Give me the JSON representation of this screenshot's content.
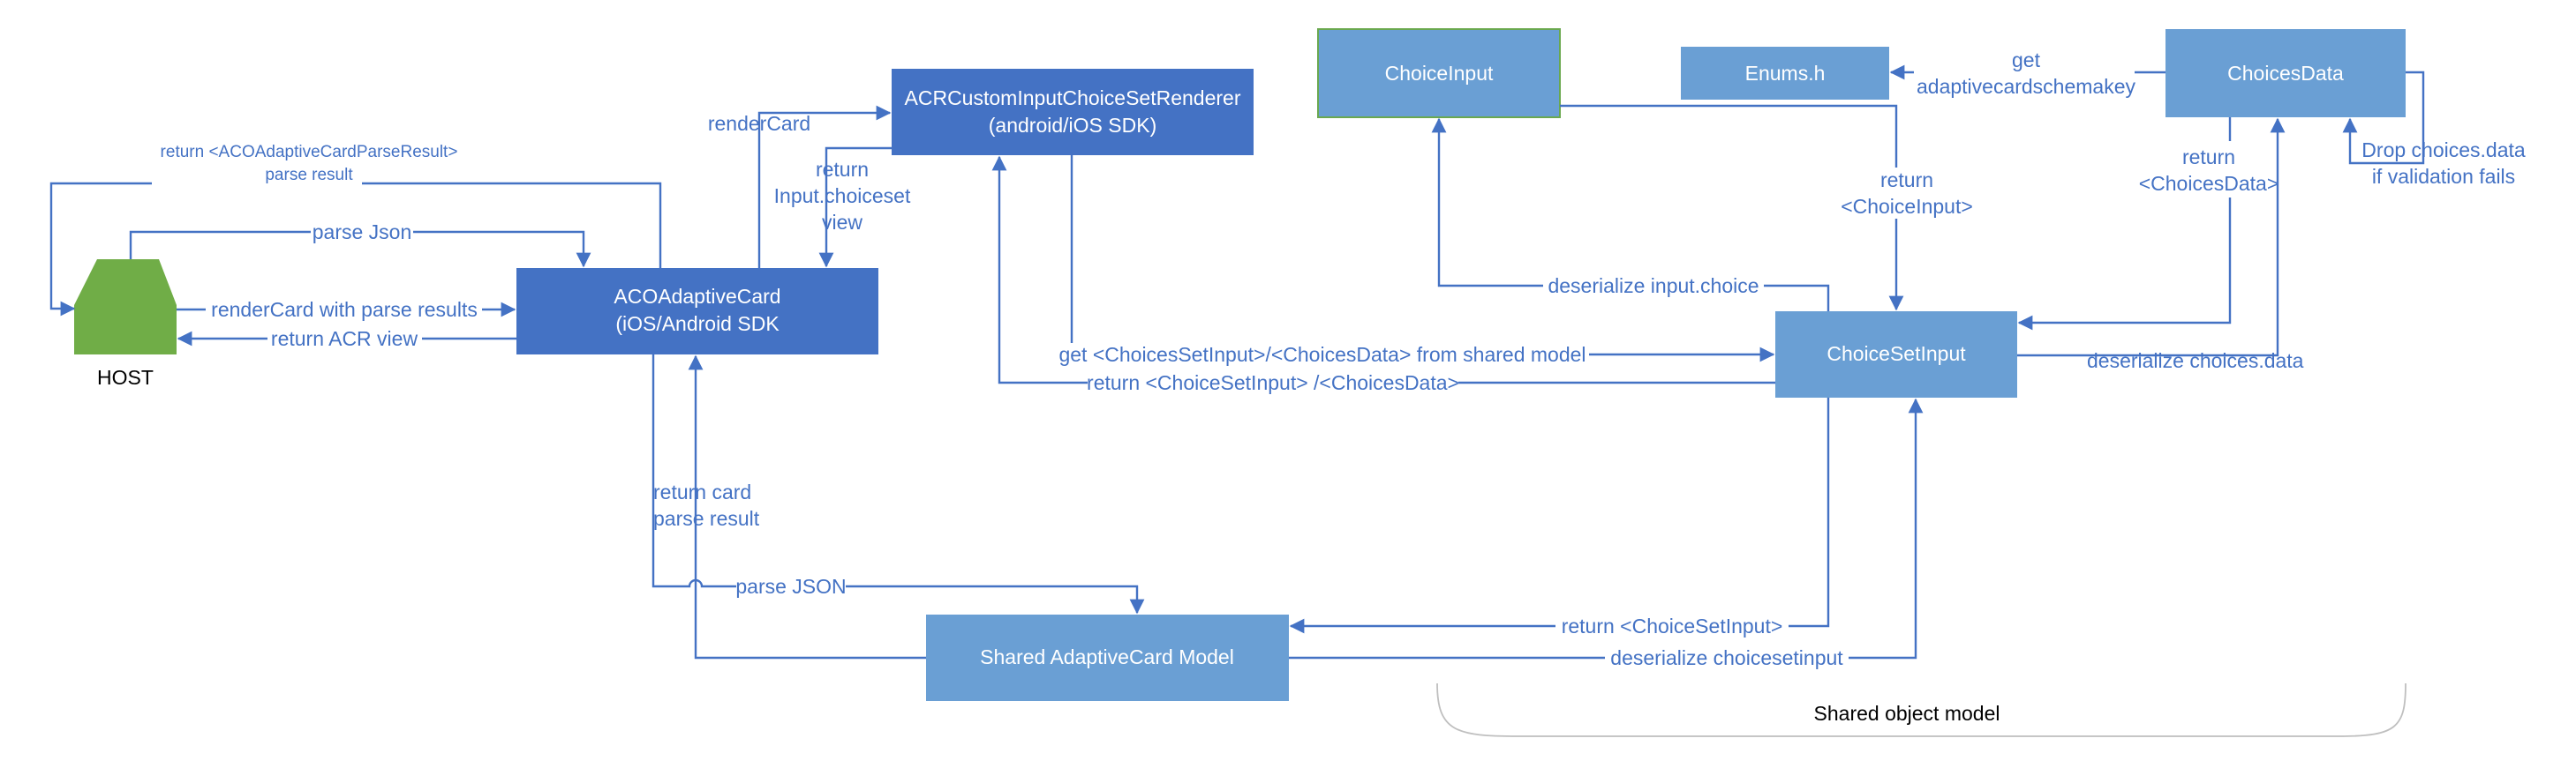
{
  "colors": {
    "edge": "#4472c4",
    "node_dark": "#4472c4",
    "node_light": "#6a9fd4",
    "host": "#70ad47",
    "label_white": "#ffffff",
    "grouping_curve": "#bfbfbf"
  },
  "nodes": {
    "host": {
      "label": "HOST"
    },
    "aco_adaptive_card": {
      "line1": "ACOAdaptiveCard",
      "line2": "(iOS/Android SDK"
    },
    "acr_renderer": {
      "line1": "ACRCustomInputChoiceSetRenderer",
      "line2": "(android/iOS SDK)"
    },
    "choice_input": {
      "label": "ChoiceInput"
    },
    "enums_h": {
      "label": "Enums.h"
    },
    "choices_data": {
      "label": "ChoicesData"
    },
    "choice_set_input": {
      "label": "ChoiceSetInput"
    },
    "shared_model": {
      "label": "Shared AdaptiveCard Model"
    }
  },
  "edges": {
    "return_parse_result": {
      "line1": "return <ACOAdaptiveCardParseResult>",
      "line2": "parse result"
    },
    "parse_json_top": "parse Json",
    "render_card_with_results": "renderCard with parse results",
    "return_acr_view": "return ACR view",
    "render_card": "renderCard",
    "return_choiceset_view": {
      "line1": "return",
      "line2": "Input.choiceset",
      "line3": "view"
    },
    "get_from_shared_model": "get <ChoicesSetInput>/<ChoicesData> from shared model",
    "return_choiceset_choicesdata": "return <ChoiceSetInput> /<ChoicesData>",
    "deserialize_input_choice": "deserialize input.choice",
    "return_choice_input": {
      "line1": "return",
      "line2": "<ChoiceInput>"
    },
    "get_schema_key": {
      "line1": "get",
      "line2": "adaptivecardschemakey"
    },
    "return_choices_data": {
      "line1": "return",
      "line2": "<ChoicesData>"
    },
    "drop_choices_data": {
      "line1": "Drop choices.data",
      "line2": "if validation fails"
    },
    "deserialize_choices_data": "deserialize choices.data",
    "return_card_parse_result": {
      "line1": "return card",
      "line2": "parse result"
    },
    "parse_json_bottom": "parse JSON",
    "return_choiceset_input": "return <ChoiceSetInput>",
    "deserialize_choicesetinput": "deserialize choicesetinput"
  },
  "groups": {
    "shared_object_model": "Shared object model"
  }
}
